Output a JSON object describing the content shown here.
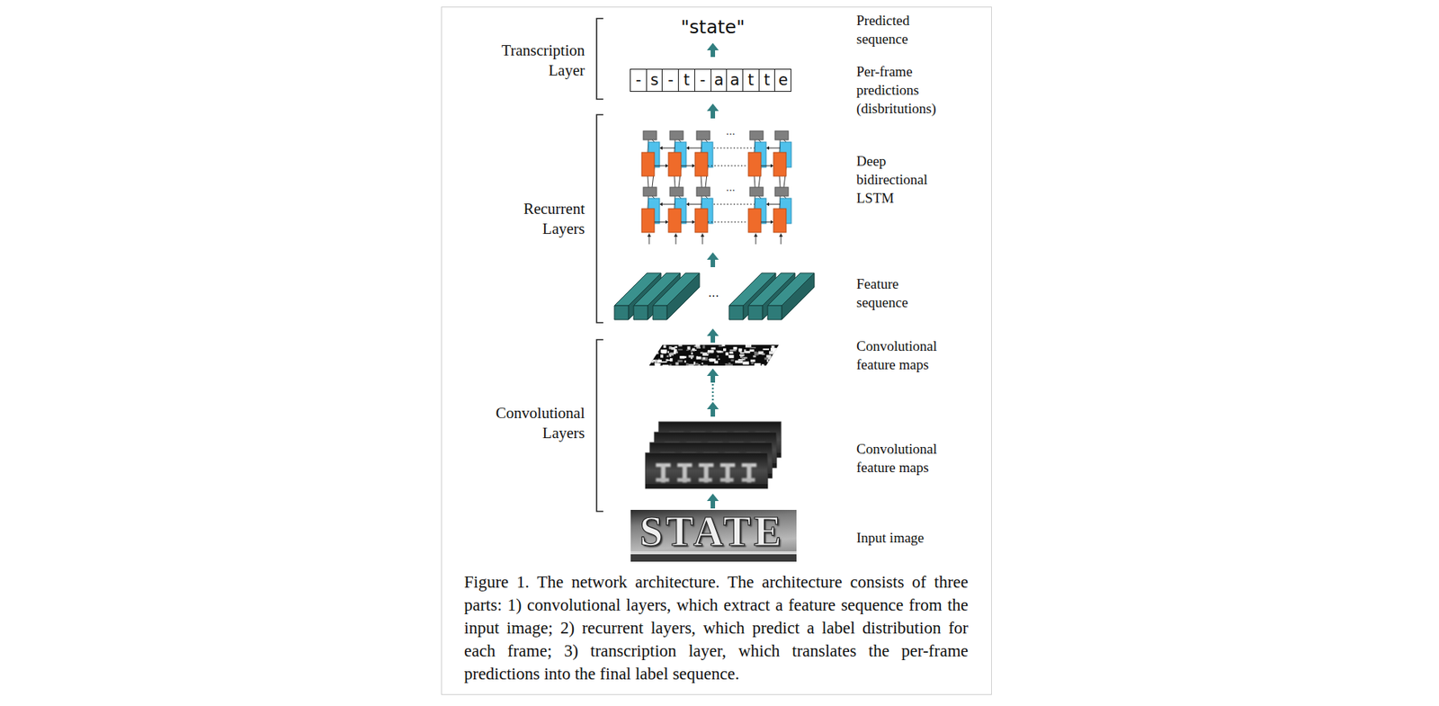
{
  "diagram": {
    "caption": "Figure 1. The network architecture. The architecture consists of three parts: 1) convolutional layers, which extract a feature sequence from the input image; 2) recurrent layers, which predict a label distribution for each frame; 3) transcription layer, which translates the per-frame predictions into the final label sequence.",
    "nodes": [
      {
        "text": [
          "-"
        ]
      },
      {
        "text": [
          "s"
        ]
      },
      {
        "text": [
          "-"
        ]
      },
      {
        "text": [
          "t"
        ]
      },
      {
        "text": [
          "-"
        ]
      },
      {
        "text": [
          "a"
        ]
      },
      {
        "text": [
          "a"
        ]
      },
      {
        "text": [
          "t"
        ]
      },
      {
        "text": [
          "t"
        ]
      },
      {
        "text": [
          "e"
        ]
      }
    ],
    "labels": [
      "Transcription Layer",
      "Recurrent Layers",
      "Convolutional Layers",
      "\"state\"",
      "Predicted sequence",
      "Per-frame predictions (disbritutions)",
      "Deep bidirectional LSTM",
      "...",
      "...",
      "Feature sequence",
      "...",
      "Convolutional feature maps",
      "Convolutional feature maps",
      "STATE",
      "Input image"
    ]
  }
}
